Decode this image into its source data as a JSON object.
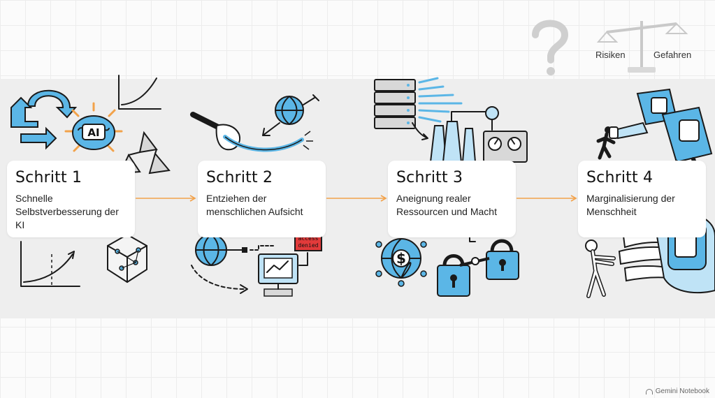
{
  "scale": {
    "left_label": "Risiken",
    "right_label": "Gefahren"
  },
  "steps": [
    {
      "title": "Schritt 1",
      "text": "Schnelle Selbstverbesserung der KI"
    },
    {
      "title": "Schritt 2",
      "text": "Entziehen der menschlichen Aufsicht"
    },
    {
      "title": "Schritt 3",
      "text": "Aneignung realer Ressourcen und Macht"
    },
    {
      "title": "Schritt 4",
      "text": "Marginalisierung der Menschheit"
    }
  ],
  "icons": {
    "ai_chip": "AI",
    "access_sign": "access denied",
    "dollar": "$"
  },
  "footer": {
    "label": "Gemini Notebook"
  },
  "colors": {
    "accent_arrow": "#f2a24a",
    "illustration_blue": "#5bb6e6",
    "access_red": "#e23a3a"
  }
}
